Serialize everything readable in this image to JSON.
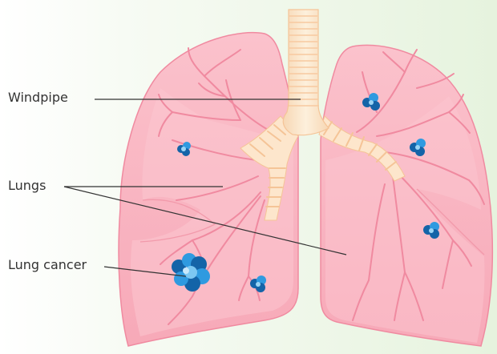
{
  "labels": {
    "windpipe": "Windpipe",
    "lungs": "Lungs",
    "lung_cancer": "Lung cancer"
  },
  "colors": {
    "lung_fill": "#f9b8c4",
    "lung_fill_light": "#fcd3db",
    "lung_outline": "#f08aa0",
    "airway": "#fde8c8",
    "airway_ring": "#f7c9a0",
    "tumor_dark": "#1464a8",
    "tumor_light": "#2f9ae0",
    "background_tint": "#e6f3de",
    "leader_line": "#333333"
  }
}
